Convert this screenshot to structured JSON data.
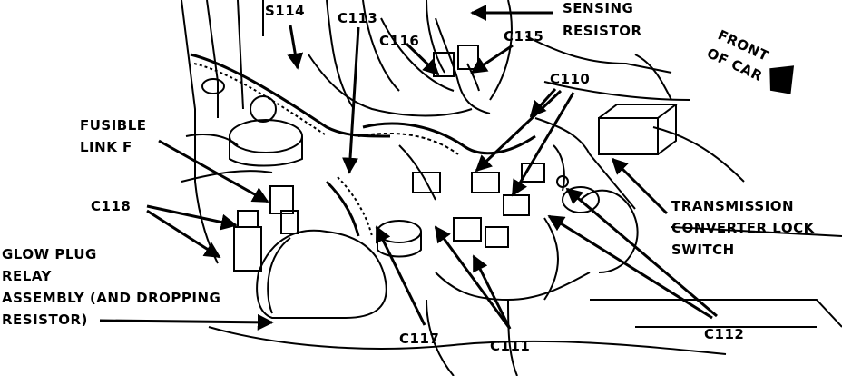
{
  "diagram": {
    "labels": {
      "s114": "S114",
      "c113": "C113",
      "sensing_1": "SENSING",
      "sensing_2": "RESISTOR",
      "c116": "C116",
      "c115": "C115",
      "front_1": "FRONT",
      "front_2": "OF CAR",
      "c110": "C110",
      "fusible_1": "FUSIBLE",
      "fusible_2": "LINK F",
      "c118": "C118",
      "trans_1": "TRANSMISSION",
      "trans_2": "CONVERTER LOCK",
      "trans_3": "SWITCH",
      "glow_1": "GLOW PLUG",
      "glow_2": "RELAY",
      "glow_3": "ASSEMBLY (AND DROPPING",
      "glow_4": "RESISTOR)",
      "c117": "C117",
      "c111": "C111",
      "c112": "C112"
    }
  }
}
